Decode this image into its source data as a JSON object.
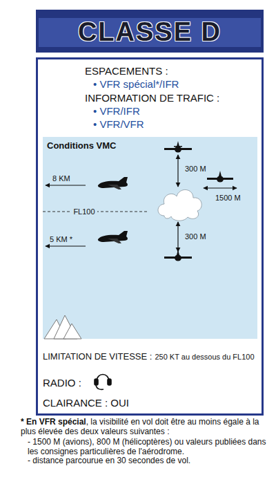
{
  "diagram": {
    "title": "CLASSE D",
    "nodes": [
      {
        "text": [
          "Conditions VMC"
        ]
      }
    ],
    "labels": [
      "ESPACEMENTS :",
      "• VFR spécial*/IFR",
      "INFORMATION DE TRAFIC :",
      "• VFR/IFR",
      "• VFR/VFR",
      "8 KM",
      "FL100",
      "5 KM *",
      "300 M",
      "1500 M",
      "300 M",
      "LIMITATION DE VITESSE :",
      "250 KT au dessous du FL100",
      "RADIO :",
      "CLAIRANCE : OUI",
      "* En VFR spécial",
      ", la visibilité en vol doit être au moins égale à la plus élevée des deux valeurs suivantes :",
      "- 1500 M (avions), 800 M (hélicoptères) ou valeurs publiées dans les consignes particulières de l'aérodrome.",
      "- distance parcourue en 30 secondes de vol."
    ]
  }
}
